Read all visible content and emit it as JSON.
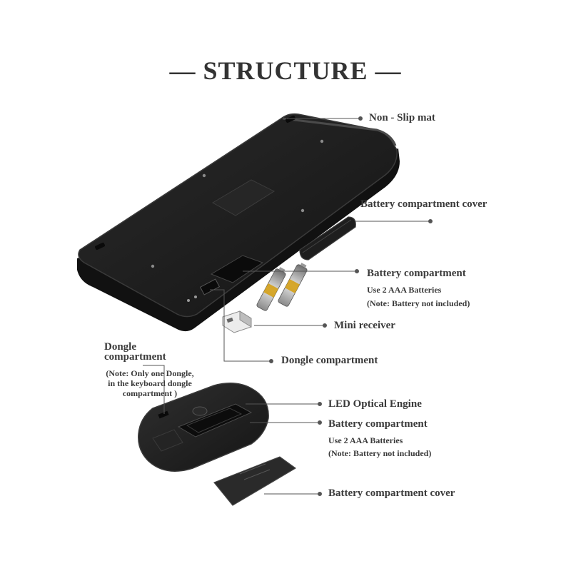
{
  "title": "— STRUCTURE —",
  "colors": {
    "device": "#1c1c1c",
    "device_edge": "#3a3a3a",
    "leader": "#555555",
    "text": "#333333"
  },
  "labels": {
    "non_slip_mat": "Non - Slip mat",
    "kb_battery_cover": "Battery compartment cover",
    "kb_battery_compartment": "Battery compartment",
    "kb_battery_use": "Use 2 AAA Batteries",
    "kb_battery_note": "(Note: Battery not included)",
    "mini_receiver": "Mini receiver",
    "dongle_compartment_kb": "Dongle compartment",
    "dongle_compartment_mouse_line1": "Dongle",
    "dongle_compartment_mouse_line2": "compartment",
    "dongle_note_line1": "(Note: Only one Dongle,",
    "dongle_note_line2": "in the keyboard dongle",
    "dongle_note_line3": "compartment  )",
    "led_engine": "LED Optical Engine",
    "mouse_battery_compartment": "Battery compartment",
    "mouse_battery_use": "Use 2 AAA Batteries",
    "mouse_battery_note": "(Note: Battery not included)",
    "mouse_battery_cover": "Battery compartment cover"
  }
}
